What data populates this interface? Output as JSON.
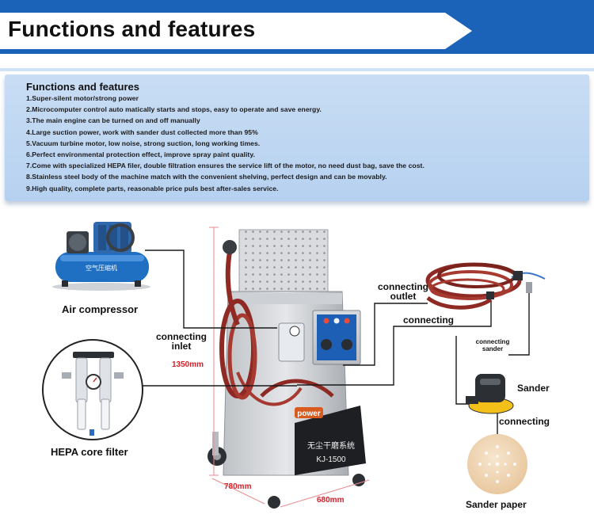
{
  "header": {
    "title": "Functions and features"
  },
  "features": {
    "heading": "Functions and features",
    "items": [
      "1.Super-silent motor/strong power",
      "2.Microcomputer control auto matically starts and stops, easy to operate and save energy.",
      "3.The main engine can be turned on and off manually",
      "4.Large suction power, work with sander dust collected more than 95%",
      "5.Vacuum turbine motor, low noise, strong suction, long working times.",
      "6.Perfect environmental protection effect, improve spray paint quality.",
      "7.Come with specialized HEPA filer, double filtration ensures the service lift of the motor, no need dust bag, save the cost.",
      "8.Stainless steel body of the machine match with the convenient shelving, perfect design and can be movably.",
      "9.High quality, complete parts, reasonable price puls best after-sales service."
    ]
  },
  "diagram": {
    "air_compressor": "Air compressor",
    "hepa_filter": "HEPA core filter",
    "connecting_inlet_1": "connecting",
    "connecting_inlet_2": "inlet",
    "connecting_outlet_1": "connecting",
    "connecting_outlet_2": "outlet",
    "connecting_mid": "connecting",
    "connecting_sander_1": "connecting",
    "connecting_sander_2": "sander",
    "sander": "Sander",
    "connecting_paper": "connecting",
    "sander_paper": "Sander paper",
    "dim_height": "1350mm",
    "dim_depth": "780mm",
    "dim_width": "680mm",
    "machine_name_cn": "无尘干磨系统",
    "machine_model": "KJ-1500",
    "machine_brand": "power",
    "compressor_text": "空气压缩机"
  },
  "colors": {
    "banner_blue": "#1a63b8",
    "panel_blue": "#c0d7f2",
    "dimension_red": "#d32029",
    "hose_red": "#8e2a23"
  }
}
